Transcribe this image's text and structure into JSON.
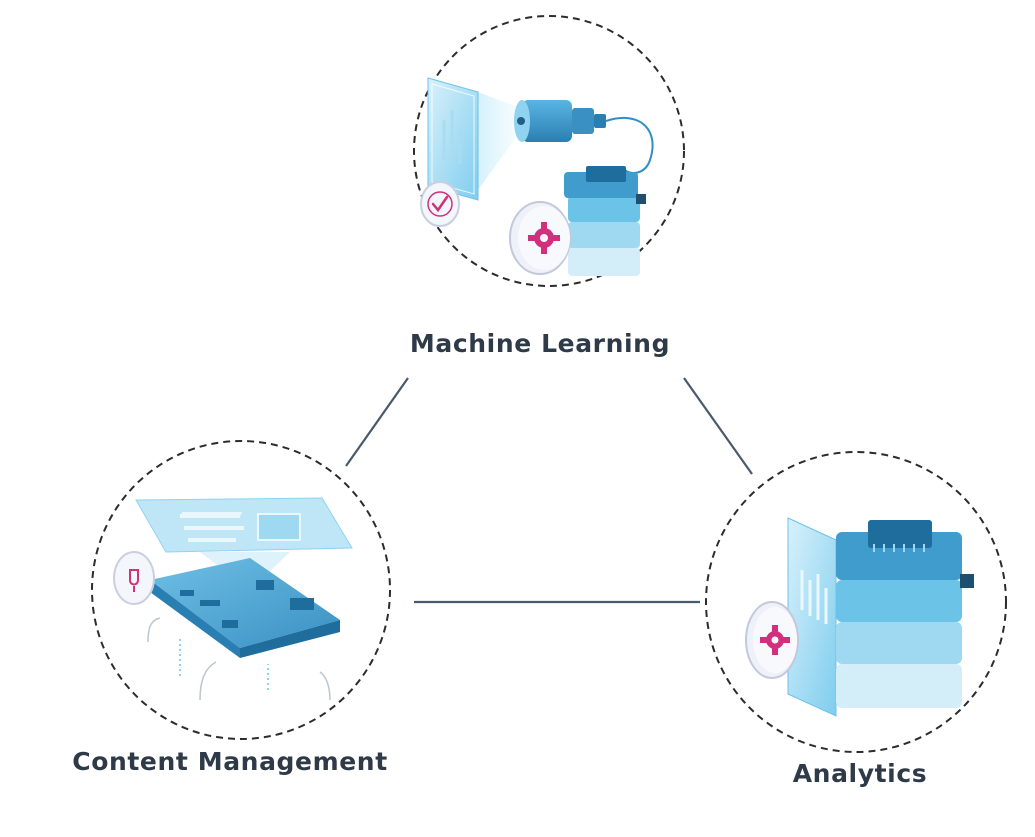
{
  "nodes": [
    {
      "id": "machine-learning",
      "label": "Machine Learning"
    },
    {
      "id": "content-management",
      "label": "Content Management"
    },
    {
      "id": "analytics",
      "label": "Analytics"
    }
  ],
  "connections": [
    {
      "from": "content-management",
      "to": "machine-learning"
    },
    {
      "from": "machine-learning",
      "to": "analytics"
    },
    {
      "from": "content-management",
      "to": "analytics"
    }
  ],
  "colors": {
    "connector": "#4a5a6c",
    "circle_border": "#2c2c2c",
    "label": "#2f3a48",
    "accent_pink": "#d2307c",
    "blue_light": "#bfe6f7",
    "blue_mid": "#6cc3e8",
    "blue_dark": "#2f8fc4"
  },
  "icons": {
    "machine-learning": "camera-screen-gear-stack-icon",
    "content-management": "circuit-board-projection-icon",
    "analytics": "server-stack-chart-gear-icon"
  }
}
